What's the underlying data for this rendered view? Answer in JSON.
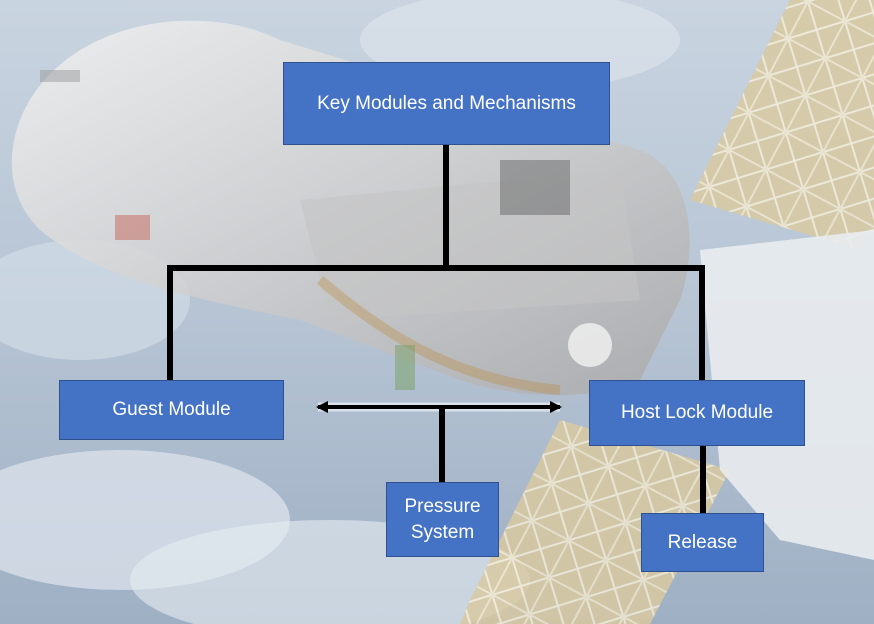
{
  "diagram": {
    "nodes": {
      "top": "Key Modules and Mechanisms",
      "guest": "Guest Module",
      "host": "Host Lock Module",
      "pressure": "Pressure\nSystem",
      "release": "Release"
    }
  },
  "colors": {
    "box_fill": "#4472c4",
    "box_border": "#2f528f",
    "connector": "#000000"
  },
  "background": {
    "description_icon": "spacecraft-photo",
    "sky": "#b9c7d6",
    "solar_panel": "#cdb88e"
  }
}
